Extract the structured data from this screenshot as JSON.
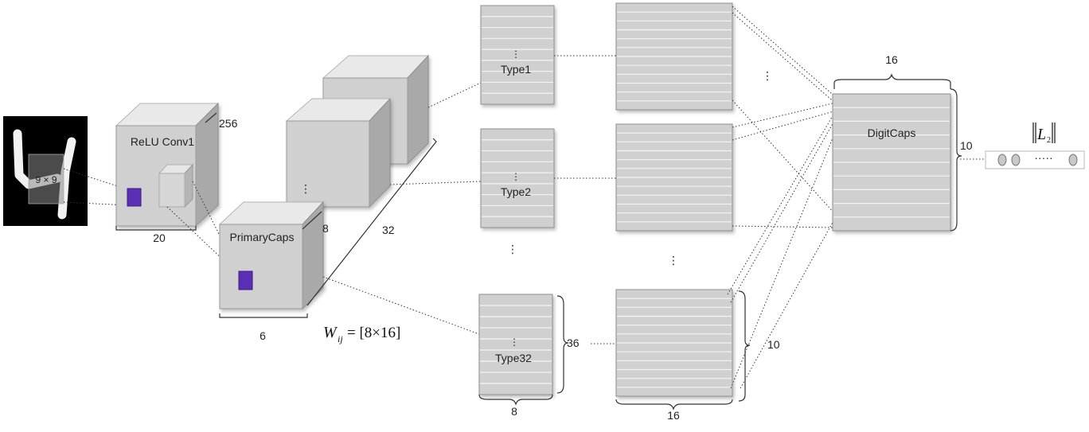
{
  "input": {
    "kernel_label": "9 × 9"
  },
  "conv1": {
    "label": "ReLU Conv1",
    "depth": "256",
    "width": "20"
  },
  "primary": {
    "label": "PrimaryCaps",
    "depth": "8",
    "count": "32",
    "width": "6"
  },
  "types": [
    "Type1",
    "Type2",
    "Type32"
  ],
  "type_dims": {
    "rows": "36",
    "cols": "8"
  },
  "weight": {
    "symbol": "W",
    "subscript": "ij",
    "value": "= [8×16]"
  },
  "predictions": {
    "cols": "16",
    "count": "10"
  },
  "digitcaps": {
    "label": "DigitCaps",
    "cols": "16",
    "rows": "10"
  },
  "output": {
    "norm_label": "L",
    "norm_sub": "2",
    "dots": "·····"
  },
  "ellipsis": "⋮",
  "colors": {
    "box": "#d0d0d0",
    "highlight": "#5b2fb5",
    "input_bg": "#000000"
  }
}
